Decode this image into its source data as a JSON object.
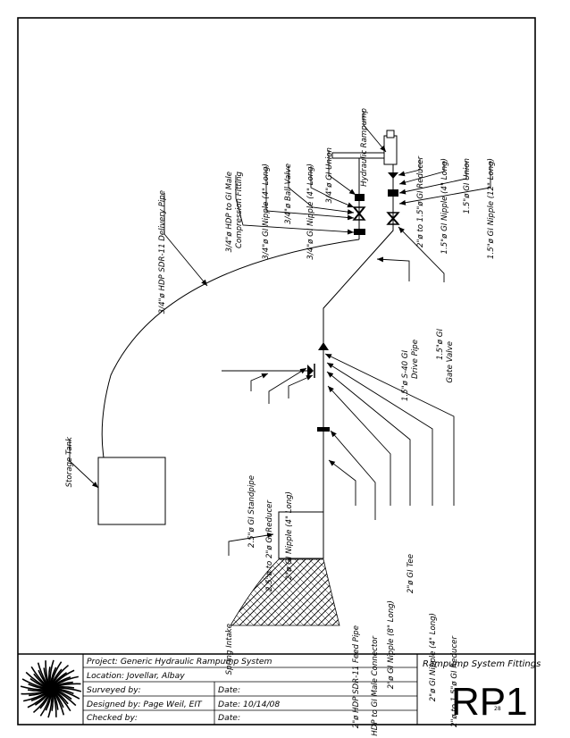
{
  "labels": {
    "delivery_pipe": "3/4\"ø HDP SDR-11 Delivery Pipe",
    "hdp_male_compression_1": "3/4\"ø HDP to GI Male",
    "hdp_male_compression_2": "Compression Fitting",
    "gi_nipple_34": "3/4\"ø GI Nipple (4\" Long)",
    "ball_valve": "3/4\"ø Ball Valve",
    "gi_nipple_34b": "3/4\"ø GI Nipple (4\" Long)",
    "gi_union_34": "3/4\"ø GI Union",
    "hydraulic_rampump": "Hydraulic Rampump",
    "reducer_2_15": "2\"ø to 1.5\"ø GI Reducer",
    "gi_nipple_15": "1.5\"ø GI Nipple (4\" Long)",
    "gi_union_15": "1.5\"ø GI Union",
    "gi_nipple_15_12": "1.5\"ø GI Nipple (12\" Long)",
    "drive_pipe_1": "1.5\"ø S-40 GI",
    "drive_pipe_2": "Drive Pipe",
    "gate_valve_1": "1.5\"ø GI",
    "gate_valve_2": "Gate Valve",
    "storage_tank": "Storage Tank",
    "standpipe": "2.5\"ø GI Standpipe",
    "reducer_25_2": "2.5\"ø to 2\"ø GI Reducer",
    "gi_nipple_2": "2\"ø GI Nipple (4\" Long)",
    "spring_intake": "Spring Intake",
    "feed_pipe": "2\"ø HDP SDR-11 Feed Pipe",
    "hdp_male_connector": "2\"ø HDP to GI Male Connector",
    "gi_nipple_2_8": "2\"ø GI Nipple (8\" Long)",
    "gi_tee": "2\"ø GI Tee",
    "gi_nipple_2b": "2\"ø GI Nipple (4\" Long)",
    "reducer_2_15b": "2\"ø to 1.5\"ø GI Reducer"
  },
  "title_block": {
    "project": "Project: Generic Hydraulic Rampump System",
    "location": "Location: Jovellar, Albay",
    "surveyed": "Surveyed by:",
    "designed": "Designed by: Page Weil, EIT",
    "checked": "Checked by:",
    "date1": "Date:",
    "date2": "Date: 10/14/08",
    "date3": "Date:",
    "sheet_title": "Rampump System Fittings",
    "sheet_number": "RP1",
    "page_number": "28"
  }
}
